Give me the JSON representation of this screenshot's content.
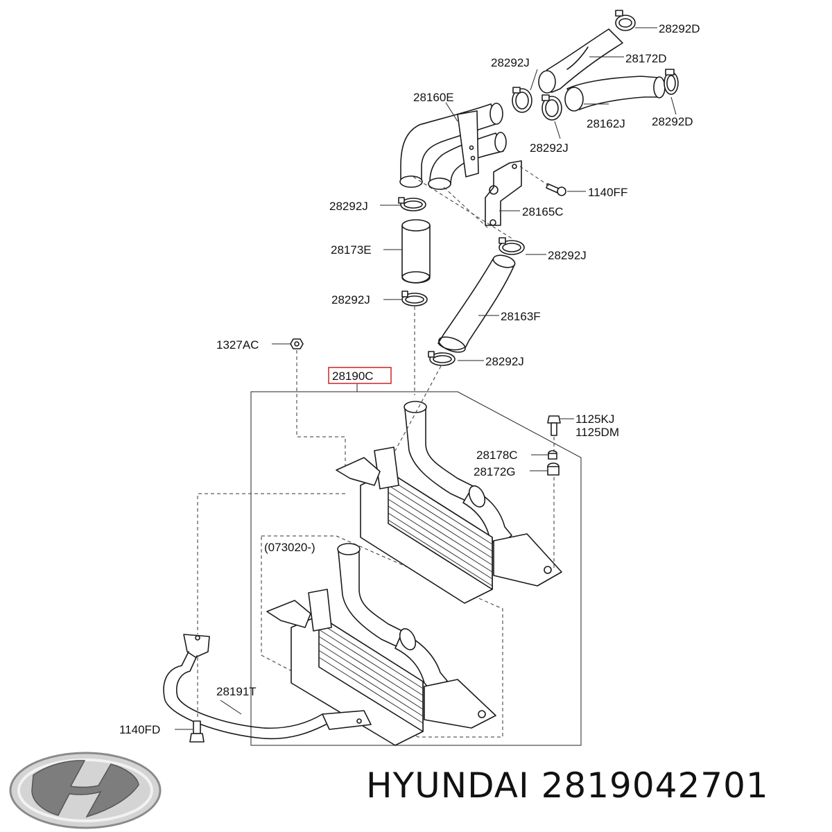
{
  "diagram": {
    "highlighted_part": "28190C",
    "highlight_color": "#cc2222",
    "labels": {
      "p28292D_top": "28292D",
      "p28292J_a": "28292J",
      "p28172D": "28172D",
      "p28160E": "28160E",
      "p28162J": "28162J",
      "p28292D_right": "28292D",
      "p28292J_b": "28292J",
      "p1140FF": "1140FF",
      "p28292J_c": "28292J",
      "p28165C": "28165C",
      "p28173E": "28173E",
      "p28292J_d": "28292J",
      "p28292J_e": "28292J",
      "p28163F": "28163F",
      "p1327AC": "1327AC",
      "p28292J_f": "28292J",
      "p28190C": "28190C",
      "p1125KJ": "1125KJ",
      "p1125DM": "1125DM",
      "p28178C": "28178C",
      "p28172G": "28172G",
      "variant": "(073020-)",
      "p28191T": "28191T",
      "p1140FD": "1140FD"
    }
  },
  "brand": {
    "logo_icon": "hyundai-logo",
    "text": "HYUNDAI 2819042701"
  }
}
